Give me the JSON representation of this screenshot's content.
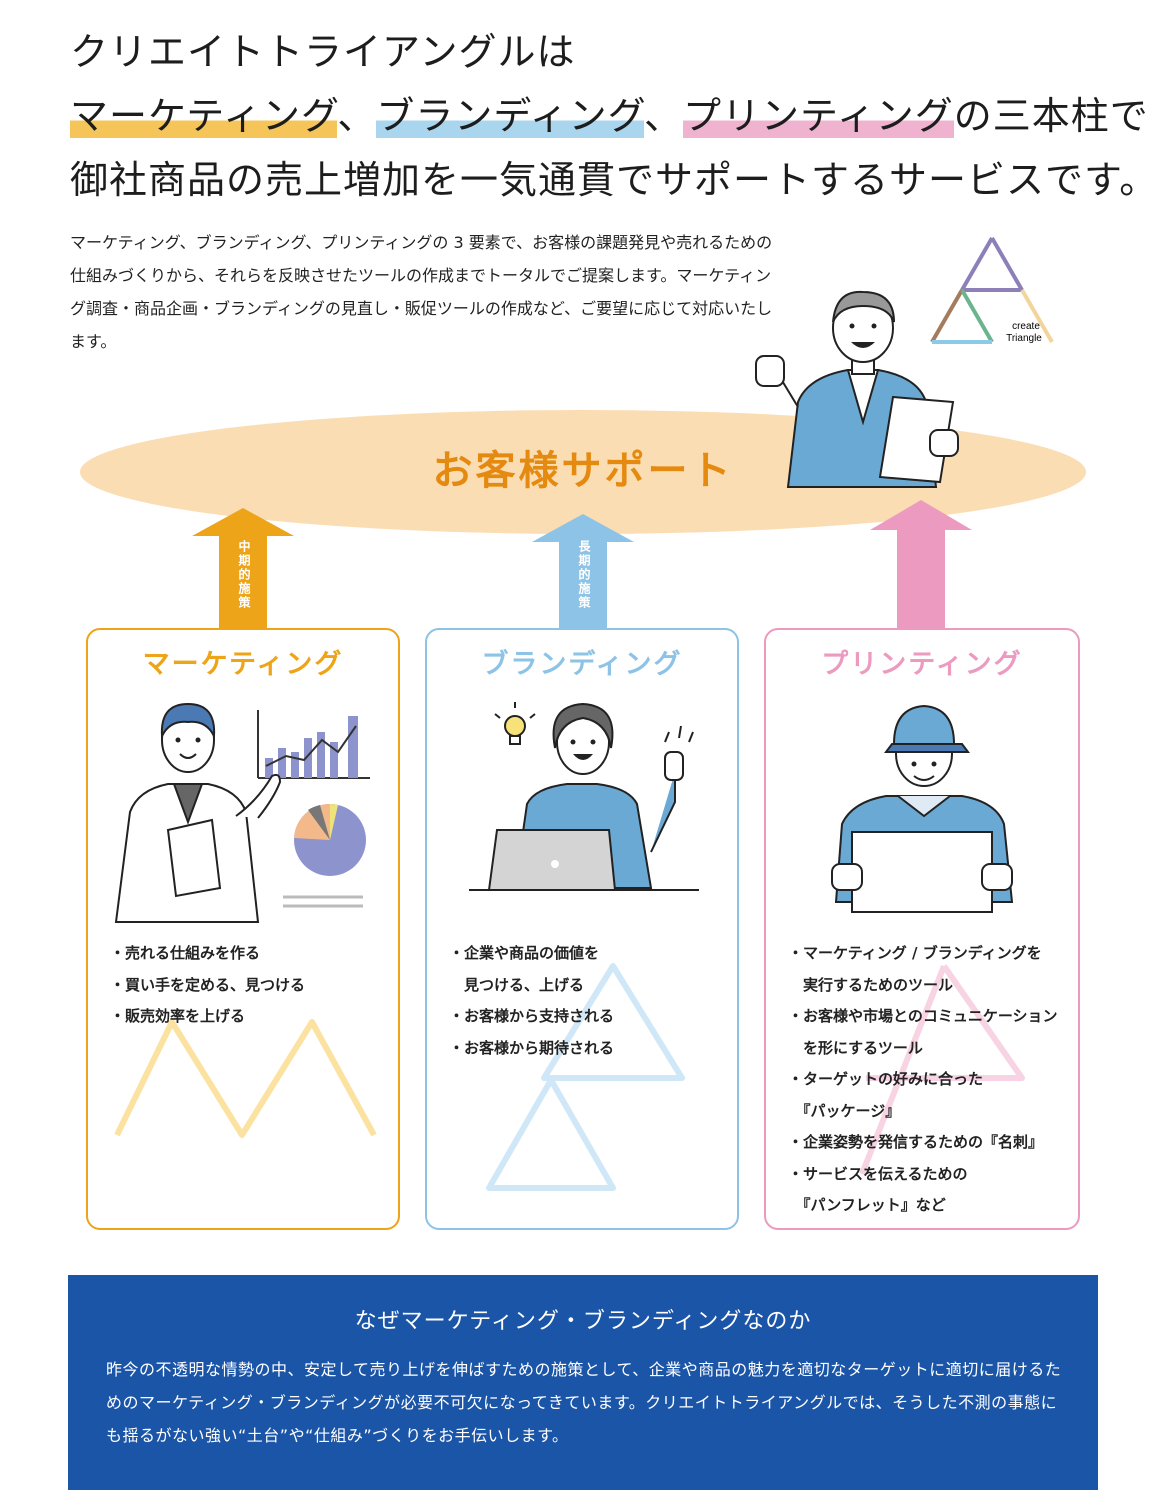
{
  "headline": {
    "line1": "クリエイトトライアングルは",
    "marketing": "マーケティング",
    "sep1": "、",
    "branding": "ブランディング",
    "sep2": "、",
    "printing": "プリンティング",
    "line2_tail": "の三本柱で",
    "line3": "御社商品の売上増加を一気通貫でサポートするサービスです。"
  },
  "intro": {
    "text": "マーケティング、ブランディング、プリンティングの 3 要素で、お客様の課題発見や売れるための仕組みづくりから、それらを反映させたツールの作成までトータルでご提案します。マーケティング調査・商品企画・ブランディングの見直し・販促ツールの作成など、ご要望に応じて対応いたします。"
  },
  "logo": {
    "line1": "create",
    "line2": "Triangle"
  },
  "support": {
    "title": "お客様サポート"
  },
  "arrows": {
    "marketing_label": "中期的施策",
    "branding_label": "長期的施策"
  },
  "cards": [
    {
      "title": "マーケティング",
      "color": "#eda418",
      "items": [
        "・売れる仕組みを作る",
        "・買い手を定める、見つける",
        "・販売効率を上げる"
      ]
    },
    {
      "title": "ブランディング",
      "color": "#8cc3e6",
      "items": [
        "・企業や商品の価値を",
        "　見つける、上げる",
        "・お客様から支持される",
        "・お客様から期待される"
      ]
    },
    {
      "title": "プリンティング",
      "color": "#ec9ac0",
      "items": [
        "・マーケティング / ブランディングを",
        "　実行するためのツール",
        "・お客様や市場とのコミュニケーション",
        "　を形にするツール",
        "・ターゲットの好みに合った",
        "　『パッケージ』",
        "・企業姿勢を発信するための『名刺』",
        "・サービスを伝えるための",
        "　『パンフレット』など"
      ]
    }
  ],
  "why": {
    "title": "なぜマーケティング・ブランディングなのか",
    "body": "昨今の不透明な情勢の中、安定して売り上げを伸ばすための施策として、企業や商品の魅力を適切なターゲットに適切に届けるためのマーケティング・ブランディングが必要不可欠になってきています。クリエイトトライアングルでは、そうした不測の事態にも揺るがない強い“土台”や“仕組み”づくりをお手伝いします。"
  },
  "colors": {
    "marketing": "#eda418",
    "branding": "#8cc3e6",
    "printing": "#ec9ac0",
    "support_fill": "#fbddb4",
    "support_text": "#e58a10",
    "why_bg": "#1b55a8"
  }
}
